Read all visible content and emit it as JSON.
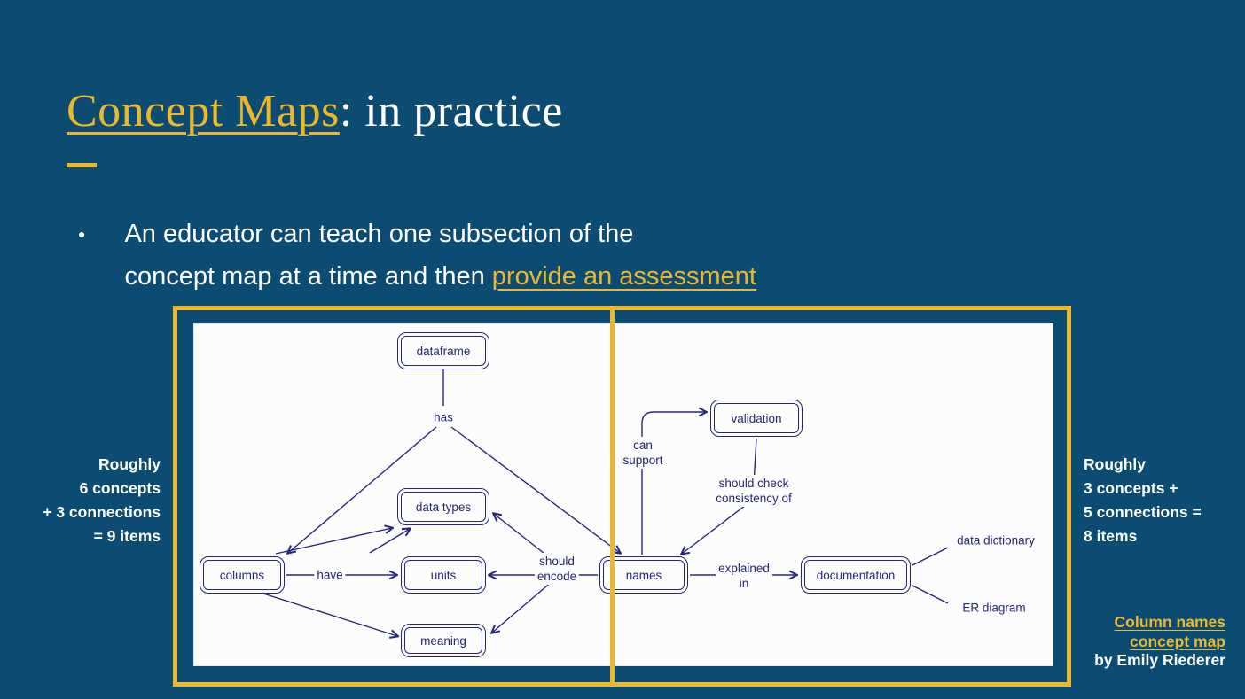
{
  "colors": {
    "bg": "#0d4c72",
    "yellow": "#ecb72c",
    "ink": "#26267d",
    "panel": "#fcfcfc"
  },
  "title": {
    "highlight": "Concept Maps",
    "rest": ": in practice"
  },
  "bullet": {
    "lines": [
      {
        "text": "An educator can teach one subsection of the"
      },
      {
        "text_before": "concept map at a time and then ",
        "link": "provide an assessment"
      }
    ]
  },
  "annotations": {
    "left": {
      "lines": [
        "Roughly",
        "6 concepts",
        "+ 3 connections",
        "= 9 items"
      ]
    },
    "right": {
      "lines": [
        "Roughly",
        "3 concepts +",
        "5 connections =",
        "8 items"
      ]
    }
  },
  "credit": {
    "link_lines": [
      "Column names",
      "concept map"
    ],
    "byline": "by Emily Riederer"
  },
  "diagram": {
    "boxes": [
      "dataframe",
      "validation",
      "data types",
      "columns",
      "units",
      "names",
      "documentation",
      "meaning"
    ],
    "labels": [
      {
        "lines": [
          "has"
        ]
      },
      {
        "lines": [
          "can",
          "support"
        ]
      },
      {
        "lines": [
          "should check",
          "consistency of"
        ]
      },
      {
        "lines": [
          "have"
        ]
      },
      {
        "lines": [
          "should",
          "encode"
        ]
      },
      {
        "lines": [
          "explained",
          "in"
        ]
      },
      {
        "lines": [
          "data dictionary"
        ]
      },
      {
        "lines": [
          "ER diagram"
        ]
      }
    ]
  }
}
